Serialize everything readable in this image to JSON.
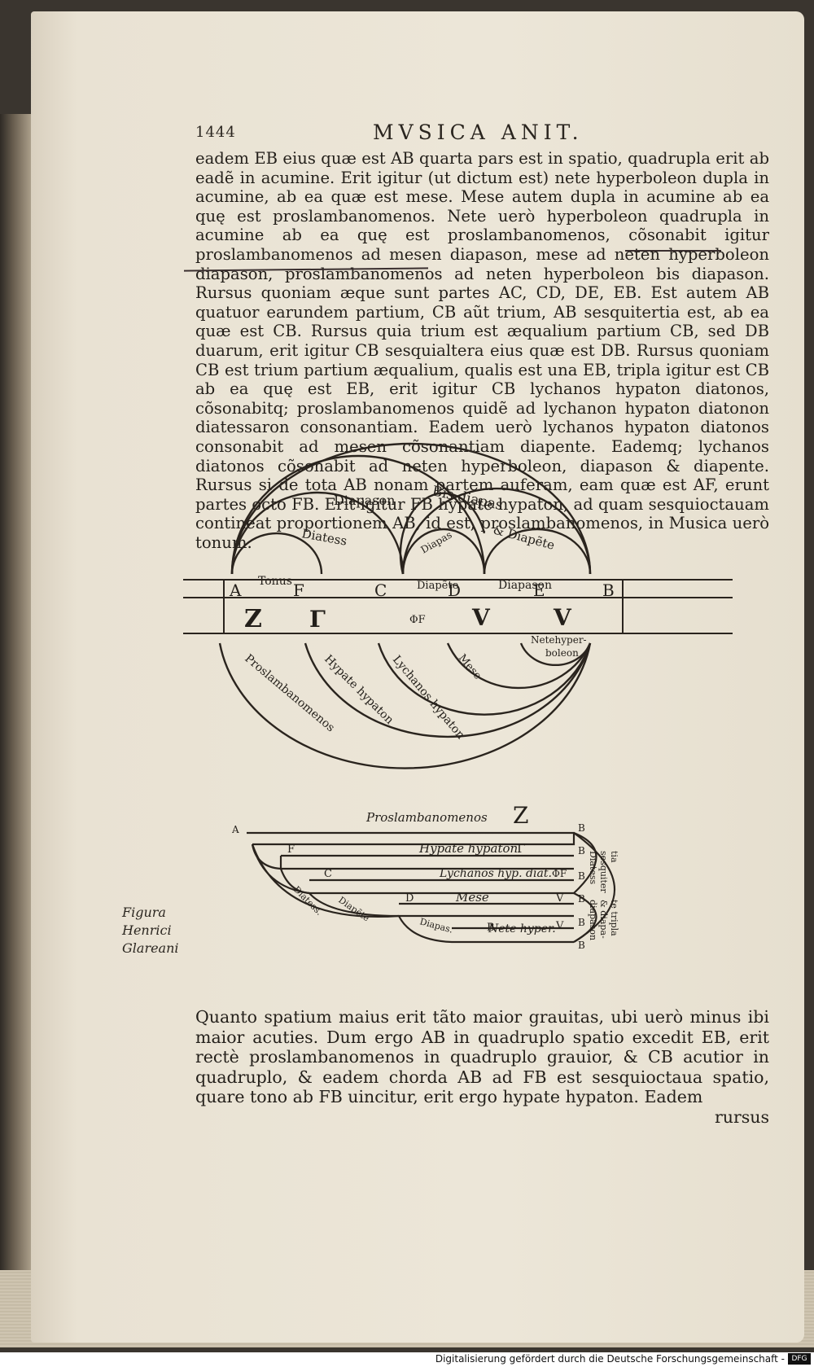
{
  "header": {
    "page_number": "1444",
    "running_title": "MVSICA ANIT."
  },
  "paragraph_1": "eadem EB eius quæ est AB quarta pars est in spatio, quadrupla erit ab eadẽ in acumine. Erit igitur (ut dictum est) nete hyperboleon dupla in acumine, ab ea quæ est mese. Mese autem dupla in acumine ab ea quę est proslambanomenos. Nete uerò hyperboleon quadrupla in acumine ab ea quę est proslambanomenos, cõsonabit igitur proslambanomenos ad mesen diapason, mese ad neten hyperboleon diapason, proslambanomenos ad neten hyperboleon bis diapason. Rursus quoniam æque sunt partes AC, CD, DE, EB. Est autem AB quatuor earundem partium, CB aũt trium, AB sesquitertia est, ab ea quæ est CB. Rursus quia trium est æqualium partium CB, sed DB duarum, erit igitur CB sesquialtera eius quæ est DB. Rursus quoniam CB est trium partium æqualium, qualis est una EB, tripla igitur est CB ab ea quę est EB, erit igitur CB lychanos hypaton diatonos, cõsonabitq; proslambanomenos quidẽ ad lychanon hypaton diatonon diatessaron consonantiam. Eadem uerò lychanos hypaton diatonos consonabit ad mesen cõsonantiam diapente. Eademq; lychanos diatonos cõsonabit ad neten hyperboleon, diapason & diapente. Rursus si de tota AB nonam partem auferam, eam quæ est AF, erunt partes octo FB. Erit igitur FB hypate hypaton, ad quam sesquioctauam contineat proportionem AB, id est, proslambanomenos, in Musica uerò tonum.",
  "figure_1": {
    "arc_labels": [
      "Diapason",
      "Bis diapas",
      "Diatess",
      "& Diapẽte",
      "Diapas",
      "Tonus",
      "Diapẽte",
      "Diapason"
    ],
    "letters": [
      "A",
      "F",
      "C",
      "D",
      "E",
      "B"
    ],
    "notes": [
      "Z",
      "Γ",
      "ΦF",
      "Ⅴ",
      "Ⅴ"
    ],
    "lower_labels": [
      "Proslambanomenos",
      "Hypate hypaton",
      "Lychanos hypaton",
      "Mese",
      "Netehyper-",
      "boleon"
    ]
  },
  "figure_2": {
    "title": "Proslambanomenos",
    "title_note": "Z",
    "letters_left": [
      "A",
      "F",
      "C",
      "D",
      "B"
    ],
    "letters_right": [
      "B",
      "B",
      "B",
      "B",
      "B",
      "B"
    ],
    "strip_labels": [
      "Hypate hypaton",
      "Lychanos hyp. diat.",
      "Mese",
      "Nete hyper."
    ],
    "strip_notes": [
      "Γ",
      "ΦF",
      "V",
      "V"
    ],
    "arc_labels": [
      "Diatess.",
      "Diapẽte",
      "Diapas.",
      "Diatess",
      "sesquiter",
      "tia",
      "diapason",
      "& diapa-",
      "te tripla"
    ]
  },
  "marginal_note": "Figura Henrici Glareani",
  "paragraph_2": "Quanto spatium maius erit tãto maior grauitas, ubi uerò minus ibi maior acuties. Dum ergo AB in quadruplo spatio excedit EB, erit rectè proslambanomenos in quadruplo grauior, & CB acutior in quadruplo, & eadem chorda AB ad FB est sesquioctaua spatio, quare tono ab FB uincitur, erit ergo hypate hypaton. Eadem",
  "catchword": "rursus",
  "footer": {
    "credit": "Digitalisierung gefördert durch die Deutsche Forschungsgemeinschaft -",
    "logo": "DFG"
  }
}
